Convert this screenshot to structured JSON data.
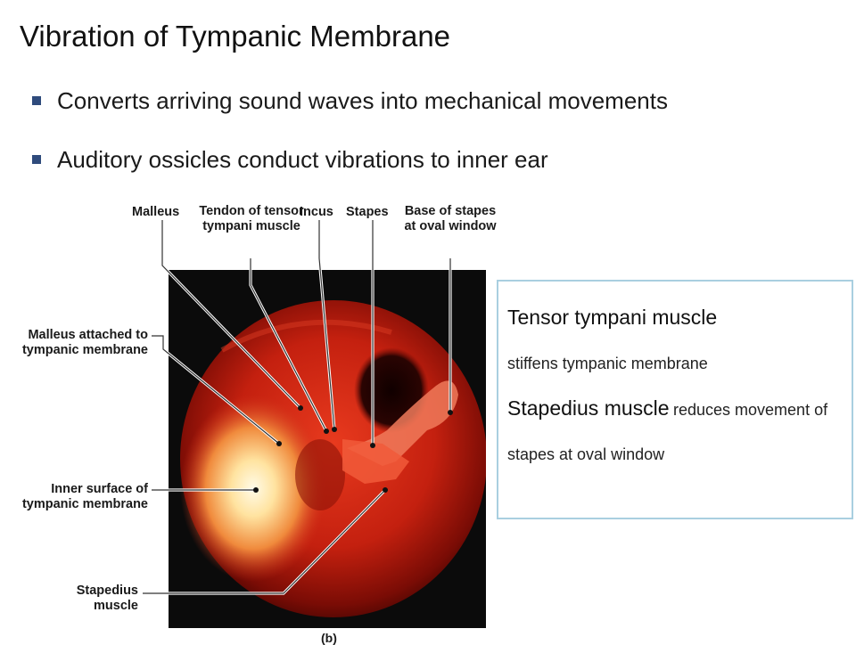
{
  "title": "Vibration of Tympanic Membrane",
  "bullets": [
    "Converts arriving sound waves into mechanical movements",
    "Auditory ossicles conduct vibrations to inner ear"
  ],
  "labels": {
    "malleus": "Malleus",
    "tendon": "Tendon of tensor tympani muscle",
    "incus": "Incus",
    "stapes": "Stapes",
    "base": "Base of stapes at oval window",
    "malleus_attached": "Malleus attached to tympanic membrane",
    "inner_surface": "Inner surface of tympanic membrane",
    "stapedius": "Stapedius muscle"
  },
  "figure_label": "(b)",
  "callout": {
    "tensor_heading": "Tensor tympani muscle",
    "tensor_text": "stiffens tympanic membrane",
    "stapedius_heading": "Stapedius muscle",
    "stapedius_text": "reduces movement of stapes at oval window"
  },
  "colors": {
    "bullet": "#2f4b7c",
    "callout_border": "#a9cfe0"
  }
}
